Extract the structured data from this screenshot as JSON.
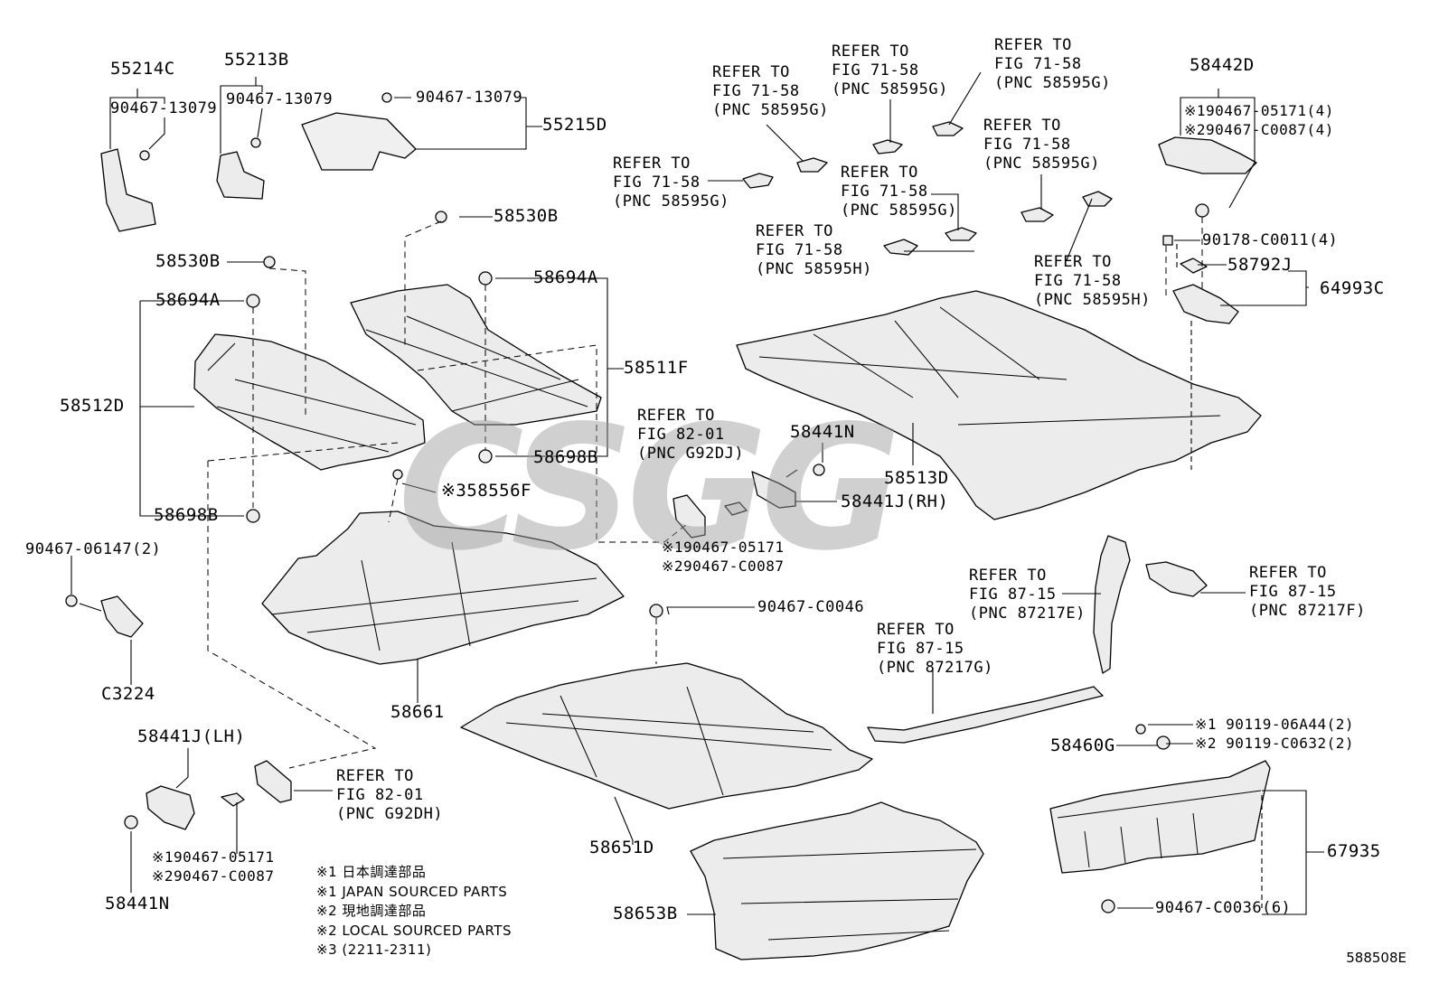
{
  "labels": {
    "l55214C": "55214C",
    "l55213B": "55213B",
    "l90467_13079_a": "90467-13079",
    "l90467_13079_b": "90467-13079",
    "l90467_13079_c": "90467-13079",
    "l55215D": "55215D",
    "l58530B_a": "58530B",
    "l58530B_b": "58530B",
    "l58694A_a": "58694A",
    "l58694A_b": "58694A",
    "l58512D": "58512D",
    "l58511F": "58511F",
    "l58698B_a": "58698B",
    "l58698B_b": "58698B",
    "l58556F": "※358556F",
    "l90467_06147": "90467-06147(2)",
    "lC3224": "C3224",
    "l58661": "58661",
    "l58441J_LH": "58441J(LH)",
    "l58441N_a": "58441N",
    "l58441N_b": "58441N",
    "l58441J_RH": "58441J(RH)",
    "l58442D": "58442D",
    "l90178": "90178-C0011(4)",
    "l58792J": "58792J",
    "l64993C": "64993C",
    "l58513D": "58513D",
    "l90467_C0046": "90467-C0046",
    "l58651D": "58651D",
    "l58653B": "58653B",
    "l58460G": "58460G",
    "l67935": "67935",
    "l90467_C0036": "90467-C0036(6)",
    "r58442D_1": "※190467-05171(4)",
    "r58442D_2": "※290467-C0087(4)",
    "rRH_1": "※190467-05171",
    "rRH_2": "※290467-C0087",
    "rLH_1": "※190467-05171",
    "rLH_2": "※290467-C0087",
    "r58460G_1": "※1 90119-06A44(2)",
    "r58460G_2": "※2 90119-C0632(2)"
  },
  "refers": {
    "ref1": [
      "REFER TO",
      "FIG 71-58",
      "(PNC 58595G)"
    ],
    "ref2": [
      "REFER TO",
      "FIG 71-58",
      "(PNC 58595G)"
    ],
    "ref3": [
      "REFER TO",
      "FIG 71-58",
      "(PNC 58595G)"
    ],
    "ref4": [
      "REFER TO",
      "FIG 71-58",
      "(PNC 58595G)"
    ],
    "ref5": [
      "REFER TO",
      "FIG 71-58",
      "(PNC 58595G)"
    ],
    "ref6": [
      "REFER TO",
      "FIG 71-58",
      "(PNC 58595G)"
    ],
    "ref7": [
      "REFER TO",
      "FIG 71-58",
      "(PNC 58595H)"
    ],
    "ref8": [
      "REFER TO",
      "FIG 71-58",
      "(PNC 58595H)"
    ],
    "ref9": [
      "REFER TO",
      "FIG 82-01",
      "(PNC G92DJ)"
    ],
    "ref10": [
      "REFER TO",
      "FIG 82-01",
      "(PNC G92DH)"
    ],
    "ref11": [
      "REFER TO",
      "FIG 87-15",
      "(PNC 87217E)"
    ],
    "ref12": [
      "REFER TO",
      "FIG 87-15",
      "(PNC 87217F)"
    ],
    "ref13": [
      "REFER TO",
      "FIG 87-15",
      "(PNC 87217G)"
    ]
  },
  "notes": [
    "※1 日本調達部品",
    "※1 JAPAN SOURCED PARTS",
    "※2 現地調達部品",
    "※2 LOCAL SOURCED PARTS",
    "※3 (2211-2311)"
  ],
  "figure_code": "588508E",
  "watermark": "CSGG"
}
